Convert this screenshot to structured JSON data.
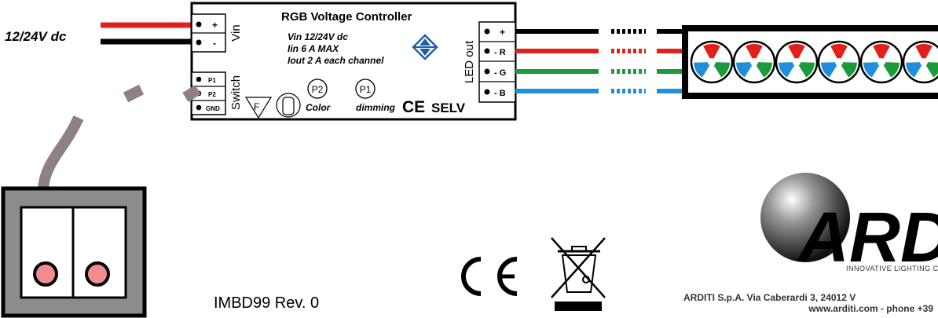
{
  "controller": {
    "title": "RGB Voltage  Controller",
    "spec_vin": "Vin  12/24V dc",
    "spec_iin": "Iin  6 A MAX",
    "spec_iout": "Iout 2 A each channel",
    "vin_label": "Vin",
    "vin_plus": "+",
    "vin_minus": "-",
    "switch_label": "Switch",
    "switch_p1": "P1",
    "switch_p2": "P2",
    "switch_gnd": "GND",
    "ledout_label": "LED out",
    "out_plus": "+",
    "out_r": "- R",
    "out_g": "- G",
    "out_b": "- B",
    "p2_label": "P2",
    "p1_label": "P1",
    "color_label": "Color",
    "dimming_label": "dimming",
    "f_mark": "F",
    "ce_mark": "CE",
    "selv_label": "SELV"
  },
  "supply_label": "12/24V dc",
  "revision": "IMBD99 Rev. 0",
  "company": {
    "logo_letters": "ARD",
    "tagline": "INNOVATIVE LIGHTING C",
    "address": "ARDITI S.p.A. Via Caberardi 3, 24012 V",
    "web": "www.arditi.com - phone +39"
  },
  "colors": {
    "red": "#e0201c",
    "green": "#1a9a3a",
    "blue": "#1e8fd8",
    "black": "#000000",
    "switch_frame": "#8c8c8c",
    "cable": "#8e7f88",
    "button": "#f08c92"
  }
}
